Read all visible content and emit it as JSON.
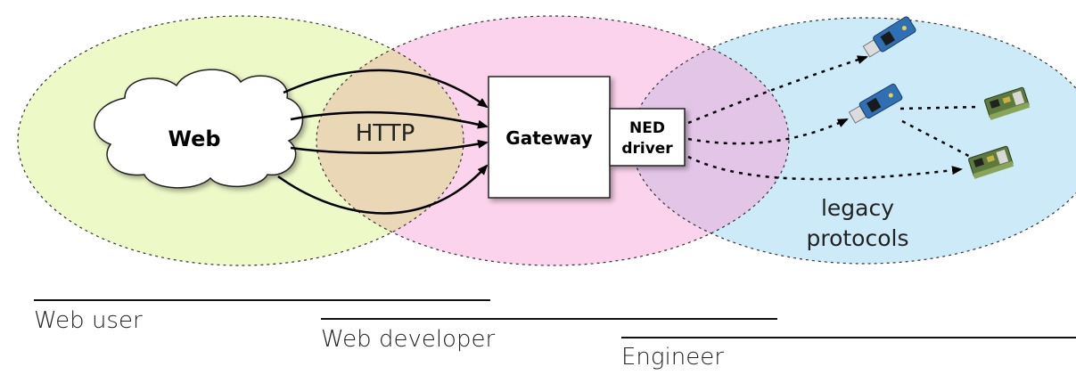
{
  "diagram": {
    "web_cloud_label": "Web",
    "http_label": "HTTP",
    "gateway_label": "Gateway",
    "ned_driver_label_line1": "NED",
    "ned_driver_label_line2": "driver",
    "legacy_label_line1": "legacy",
    "legacy_label_line2": "protocols",
    "colors": {
      "web_region": "#eef9c8",
      "developer_region": "#fbd3ec",
      "engineer_region": "#cdeaf8",
      "http_overlap": "#e9d7b5",
      "ned_overlap": "#e3c5e8"
    }
  },
  "roles": {
    "web_user": "Web user",
    "web_developer": "Web developer",
    "engineer": "Engineer"
  }
}
